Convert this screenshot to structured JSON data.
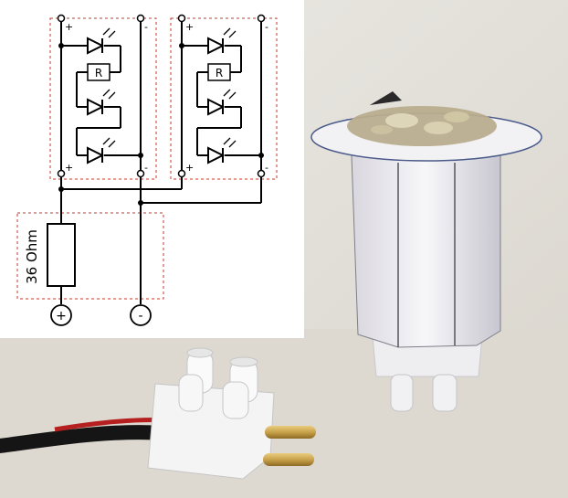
{
  "schematic": {
    "module_left": {
      "plus": "+",
      "minus": "-",
      "resistor": "R"
    },
    "module_right": {
      "plus": "+",
      "minus": "-",
      "resistor": "R"
    },
    "series_resistor": "36 Ohm",
    "terminal_plus": "+",
    "terminal_minus": "-"
  },
  "colors": {
    "schematic_background": "#ffffff",
    "dashed_border": "#c0392b",
    "line": "#000000",
    "photo_background": "#e8e5df",
    "connector_pins": "#c9a24a",
    "wire_red": "#b51f1f",
    "wire_black": "#151515"
  }
}
